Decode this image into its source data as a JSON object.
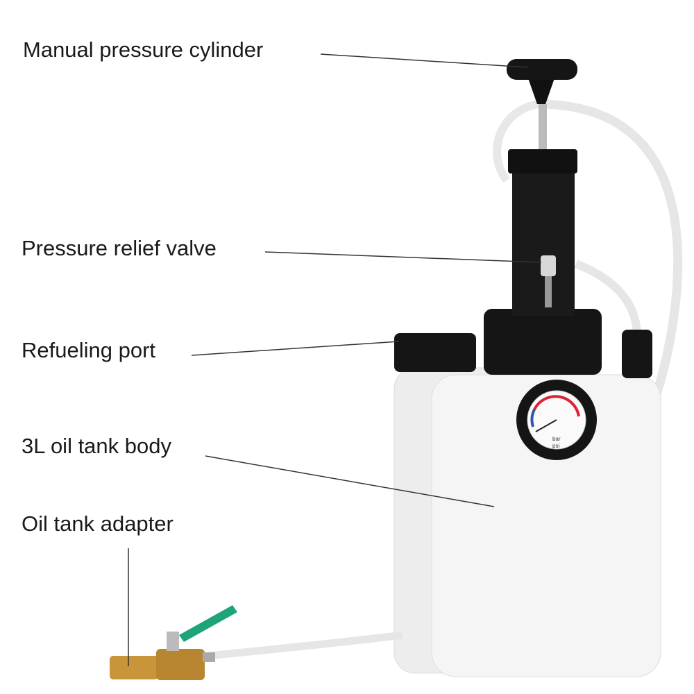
{
  "labels": {
    "manual_pressure_cylinder": "Manual pressure cylinder",
    "pressure_relief_valve": "Pressure relief valve",
    "refueling_port": "Refueling port",
    "tank_body": "3L oil tank body",
    "tank_adapter": "Oil tank adapter"
  },
  "gauge": {
    "unit_bar": "bar",
    "unit_psi": "psi"
  },
  "colors": {
    "handle_green": "#1fa37a",
    "brass": "#c9953a",
    "body": "#f4f4f4",
    "black_parts": "#151515"
  }
}
